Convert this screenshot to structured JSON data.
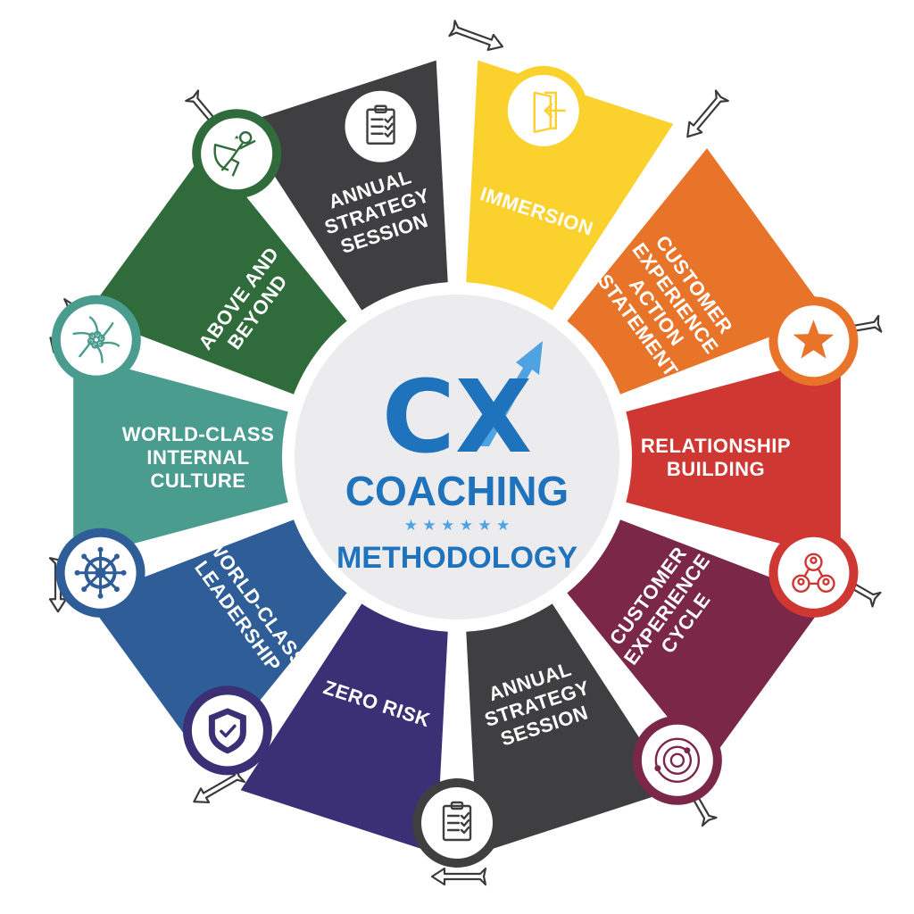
{
  "brand": {
    "logo_text": "CX",
    "title": "COACHING",
    "stars": "★ ★ ★ ★ ★ ★",
    "subtitle": "METHODOLOGY",
    "primary_color": "#1f73bd",
    "accent_color": "#4fa3e0"
  },
  "segments": [
    {
      "id": "annual-strategy-session-top",
      "lines": [
        "ANNUAL",
        "STRATEGY",
        "SESSION"
      ],
      "color": "#3f3f41",
      "icon": "clipboard-checklist-icon"
    },
    {
      "id": "immersion",
      "lines": [
        "IMMERSION"
      ],
      "color": "#fbd12d",
      "icon": "door-enter-icon"
    },
    {
      "id": "customer-experience-action-statement",
      "lines": [
        "CUSTOMER",
        "EXPERIENCE",
        "ACTION",
        "STATEMENT"
      ],
      "color": "#e8742a",
      "icon": "star-icon"
    },
    {
      "id": "relationship-building",
      "lines": [
        "RELATIONSHIP",
        "BUILDING"
      ],
      "color": "#cf3733",
      "icon": "network-people-icon"
    },
    {
      "id": "customer-experience-cycle",
      "lines": [
        "CUSTOMER",
        "EXPERIENCE",
        "CYCLE"
      ],
      "color": "#7a2748",
      "icon": "orbit-cycle-icon"
    },
    {
      "id": "annual-strategy-session-bottom",
      "lines": [
        "ANNUAL",
        "STRATEGY",
        "SESSION"
      ],
      "color": "#3f3f41",
      "icon": "clipboard-checklist-icon"
    },
    {
      "id": "zero-risk",
      "lines": [
        "ZERO RISK"
      ],
      "color": "#3b2f76",
      "icon": "shield-check-icon"
    },
    {
      "id": "world-class-leadership",
      "lines": [
        "WORLD-CLASS",
        "LEADERSHIP"
      ],
      "color": "#2e5d97",
      "icon": "ship-wheel-icon"
    },
    {
      "id": "world-class-internal-culture",
      "lines": [
        "WORLD-CLASS",
        "INTERNAL",
        "CULTURE"
      ],
      "color": "#4a9c8e",
      "icon": "hands-together-icon"
    },
    {
      "id": "above-and-beyond",
      "lines": [
        "ABOVE AND",
        "BEYOND"
      ],
      "color": "#2f6b3b",
      "icon": "superhero-icon"
    }
  ]
}
